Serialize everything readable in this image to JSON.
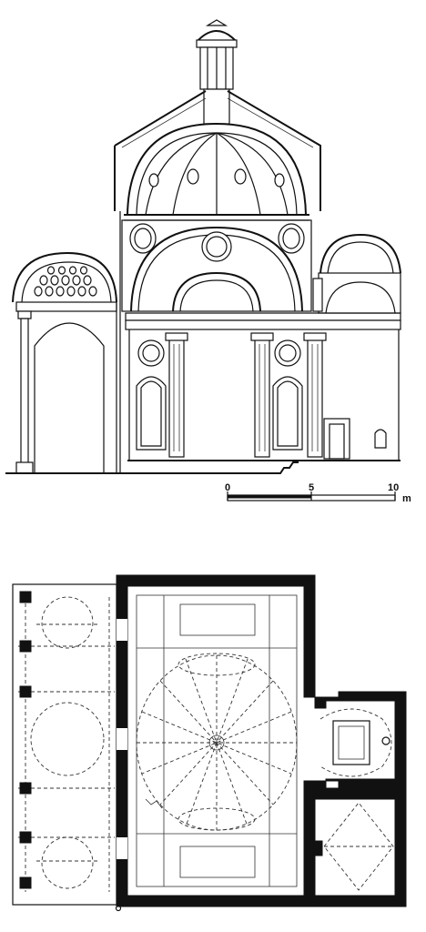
{
  "scale_bar": {
    "ticks": [
      "0",
      "5",
      "10"
    ],
    "unit": "m"
  }
}
